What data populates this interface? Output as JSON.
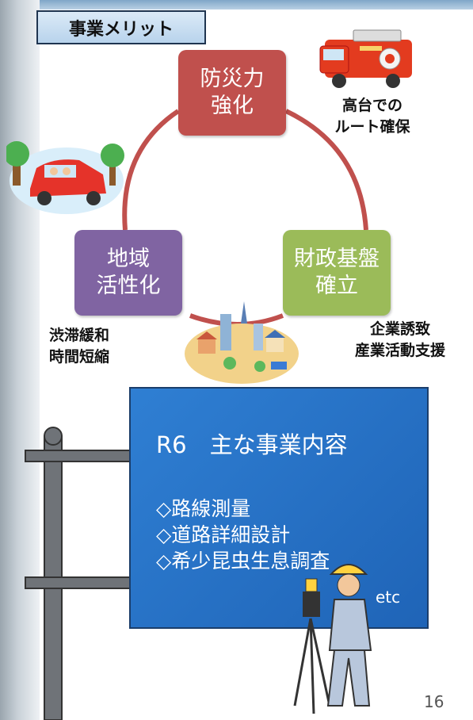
{
  "header": {
    "tag_label": "事業メリット"
  },
  "cycle": {
    "nodes": [
      {
        "line1": "防災力",
        "line2": "強化",
        "color": "#c0504d"
      },
      {
        "line1": "地域",
        "line2": "活性化",
        "color": "#8064a2"
      },
      {
        "line1": "財政基盤",
        "line2": "確立",
        "color": "#9bbb59"
      }
    ],
    "labels": {
      "fire_line1": "高台での",
      "fire_line2": "ルート確保",
      "traffic_line1": "渋滞緩和",
      "traffic_line2": "時間短縮",
      "business_line1": "企業誘致",
      "business_line2": "産業活動支援"
    }
  },
  "sign": {
    "title": "R6　主な事業内容",
    "items": [
      "◇路線測量",
      "◇道路詳細設計",
      "◇希少昆虫生息調査"
    ],
    "etc": "etc",
    "color": "#2a75cc"
  },
  "page_number": "16"
}
